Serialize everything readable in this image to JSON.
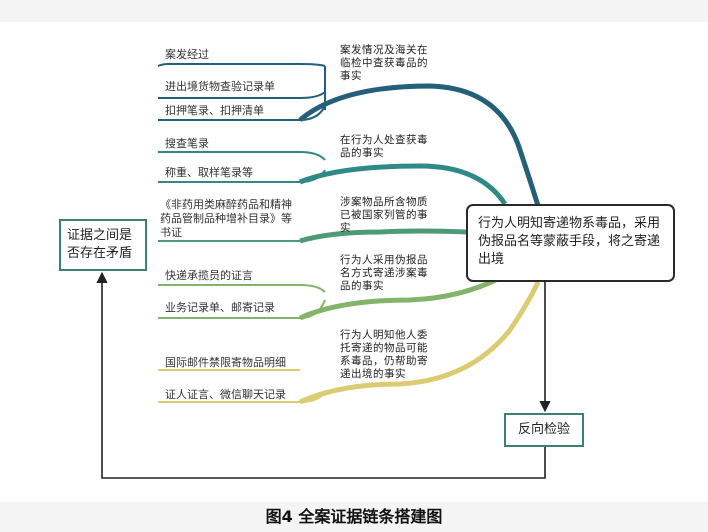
{
  "evidence": {
    "g1": [
      "案发经过",
      "进出境货物查验记录单",
      "扣押笔录、扣押清单"
    ],
    "g2": [
      "搜查笔录",
      "称重、取样笔录等"
    ],
    "g3": [
      "《非药用类麻醉药品和精神药品管制品种增补目录》等书证"
    ],
    "g4": [
      "快递承揽员的证言",
      "业务记录单、邮寄记录"
    ],
    "g5": [
      "国际邮件禁限寄物品明细",
      "证人证言、微信聊天记录"
    ]
  },
  "facts": [
    "案发情况及海关在临检中查获毒品的事实",
    "在行为人处查获毒品的事实",
    "涉案物品所含物质已被国家列管的事实",
    "行为人采用伪报品名方式寄递涉案毒品的事实",
    "行为人明知他人委托寄递的物品可能系毒品，仍帮助寄递出境的事实"
  ],
  "boxes": {
    "contradiction": "证据之间是否存在矛盾",
    "conclusion": "行为人明知寄递物系毒品，采用伪报品名等蒙蔽手段，将之寄递出境",
    "reverse_check": "反向检验"
  },
  "caption": "图4  全案证据链条搭建图",
  "colors": {
    "branch1": "#25607a",
    "branch2": "#2f8a86",
    "branch3": "#4e9a78",
    "branch4": "#84b36a",
    "branch5": "#dccb72",
    "box_border": "#3b7f75"
  }
}
